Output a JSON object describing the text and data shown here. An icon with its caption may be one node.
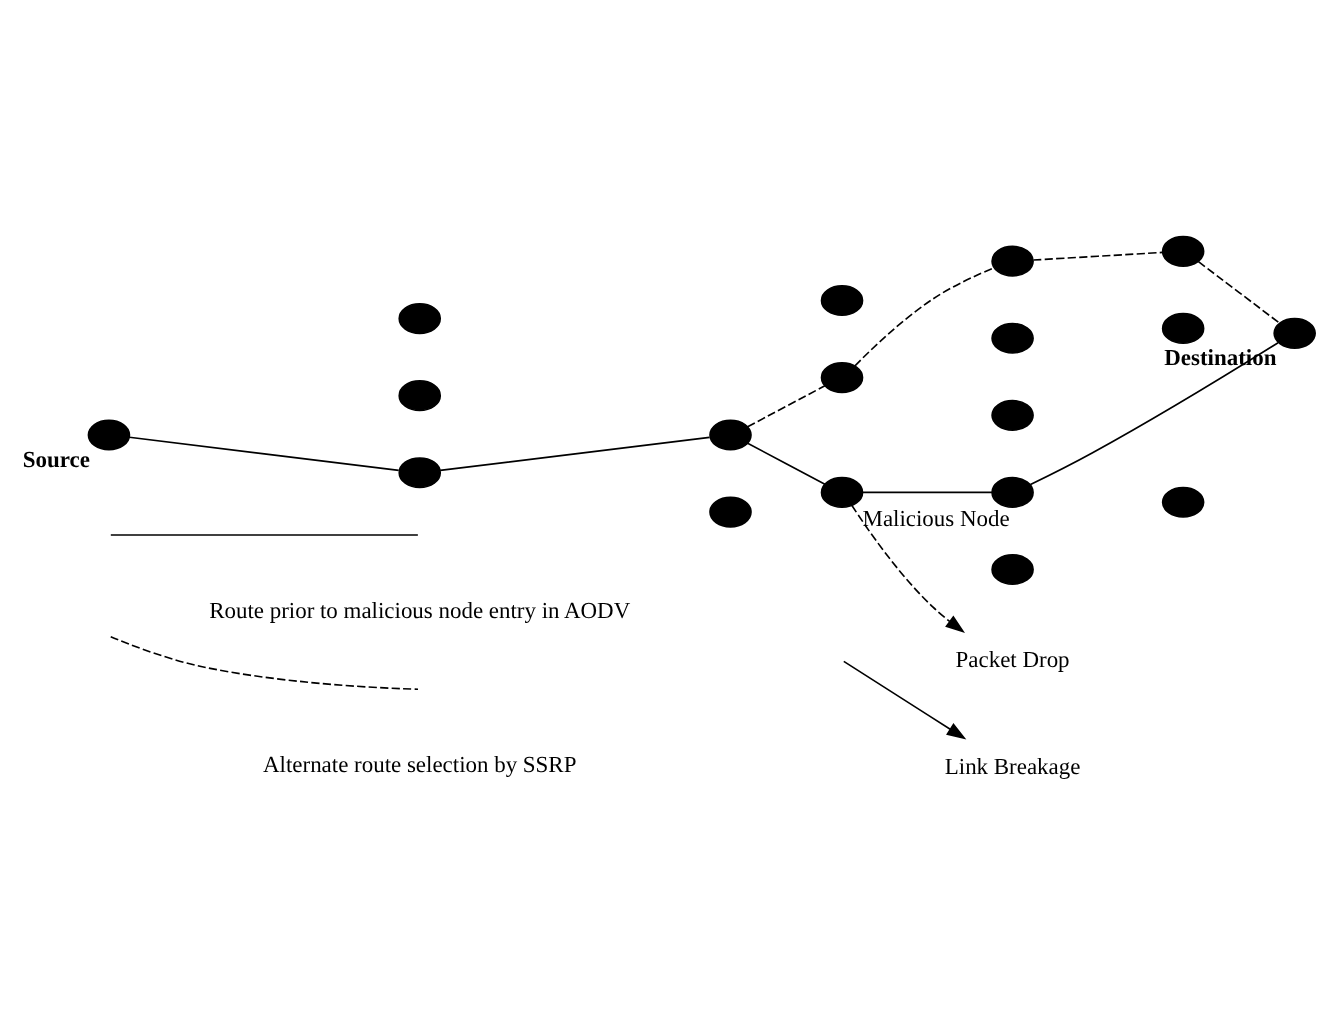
{
  "diagram": {
    "nodes": [
      {
        "text": [],
        "shape": "circle",
        "beside": [
          "Source"
        ]
      },
      {
        "text": [],
        "shape": "circle"
      },
      {
        "text": [],
        "shape": "circle"
      },
      {
        "text": [],
        "shape": "circle"
      },
      {
        "text": [],
        "shape": "circle"
      },
      {
        "text": [],
        "shape": "circle"
      },
      {
        "text": [],
        "shape": "circle"
      },
      {
        "text": [],
        "shape": "circle"
      },
      {
        "text": [],
        "shape": "circle"
      },
      {
        "text": [],
        "shape": "circle",
        "beside": [
          "Malicious Node"
        ]
      },
      {
        "text": [],
        "shape": "circle"
      },
      {
        "text": [],
        "shape": "circle"
      },
      {
        "text": [],
        "shape": "circle"
      },
      {
        "text": [],
        "shape": "circle"
      },
      {
        "text": [],
        "shape": "circle"
      },
      {
        "text": [],
        "shape": "circle"
      },
      {
        "text": [],
        "shape": "circle",
        "beside": [
          "Destination"
        ]
      },
      {
        "text": [],
        "shape": "circle"
      },
      {
        "text": [
          "Link Breakage"
        ]
      },
      {
        "text": [
          "Packet Drop"
        ]
      }
    ],
    "edges": [
      {
        "from": 0,
        "to": 3,
        "arrow": "none"
      },
      {
        "from": 3,
        "to": 4,
        "arrow": "none"
      },
      {
        "from": 4,
        "to": 9,
        "arrow": "none"
      },
      {
        "from": 9,
        "to": 13,
        "arrow": "none"
      },
      {
        "from": 13,
        "to": 16,
        "arrow": "none"
      },
      {
        "from": 4,
        "to": 7,
        "arrow": "none",
        "style": "dashed"
      },
      {
        "from": 7,
        "to": 8,
        "arrow": "none",
        "style": "dashed"
      },
      {
        "from": 8,
        "to": 11,
        "arrow": "none",
        "style": "dashed"
      },
      {
        "from": 11,
        "to": 16,
        "arrow": "none",
        "style": "dashed"
      },
      {
        "from": null,
        "to": 18,
        "arrow": "to"
      },
      {
        "from": 9,
        "to": 19,
        "arrow": "to",
        "style": "dashed"
      }
    ],
    "legend": [
      {
        "text": "Route prior to malicious node entry in AODV"
      },
      {
        "text": "Alternate route selection by SSRP"
      }
    ]
  }
}
